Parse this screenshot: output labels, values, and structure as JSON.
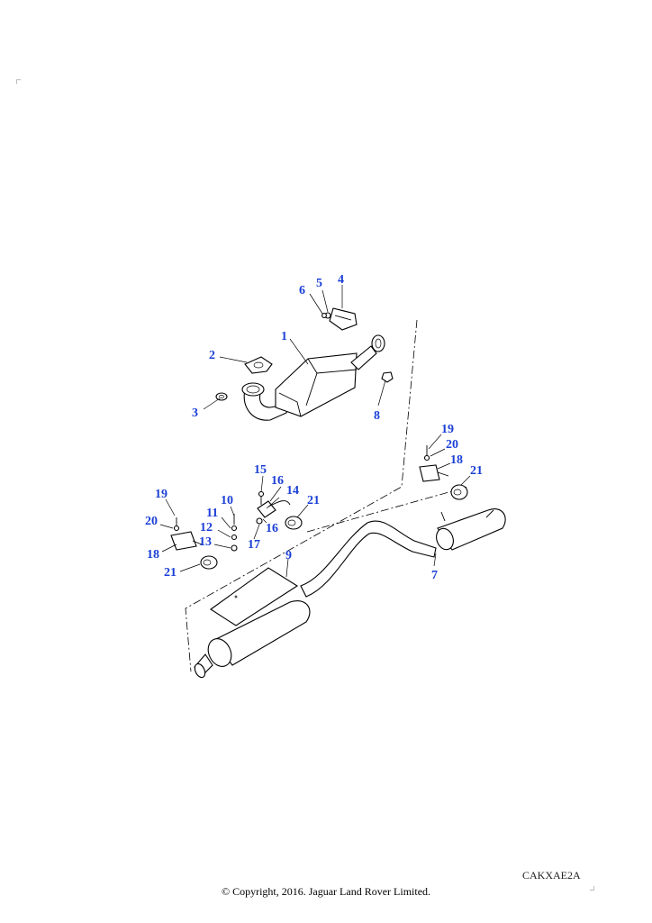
{
  "diagram": {
    "reference_code": "CAKXAE2A",
    "copyright": "© Copyright, 2016. Jaguar Land Rover Limited.",
    "callouts": [
      {
        "id": "c1",
        "label": "1"
      },
      {
        "id": "c2",
        "label": "2"
      },
      {
        "id": "c3",
        "label": "3"
      },
      {
        "id": "c4",
        "label": "4"
      },
      {
        "id": "c5",
        "label": "5"
      },
      {
        "id": "c6",
        "label": "6"
      },
      {
        "id": "c7",
        "label": "7"
      },
      {
        "id": "c8",
        "label": "8"
      },
      {
        "id": "c9",
        "label": "9"
      },
      {
        "id": "c10",
        "label": "10"
      },
      {
        "id": "c11",
        "label": "11"
      },
      {
        "id": "c12",
        "label": "12"
      },
      {
        "id": "c13",
        "label": "13"
      },
      {
        "id": "c14",
        "label": "14"
      },
      {
        "id": "c15",
        "label": "15"
      },
      {
        "id": "c16a",
        "label": "16"
      },
      {
        "id": "c16b",
        "label": "16"
      },
      {
        "id": "c17",
        "label": "17"
      },
      {
        "id": "c18a",
        "label": "18"
      },
      {
        "id": "c18b",
        "label": "18"
      },
      {
        "id": "c19a",
        "label": "19"
      },
      {
        "id": "c19b",
        "label": "19"
      },
      {
        "id": "c20a",
        "label": "20"
      },
      {
        "id": "c20b",
        "label": "20"
      },
      {
        "id": "c21a",
        "label": "21"
      },
      {
        "id": "c21b",
        "label": "21"
      },
      {
        "id": "c21c",
        "label": "21"
      }
    ],
    "colors": {
      "callout": "#1a3fd6",
      "line": "#000000"
    }
  }
}
